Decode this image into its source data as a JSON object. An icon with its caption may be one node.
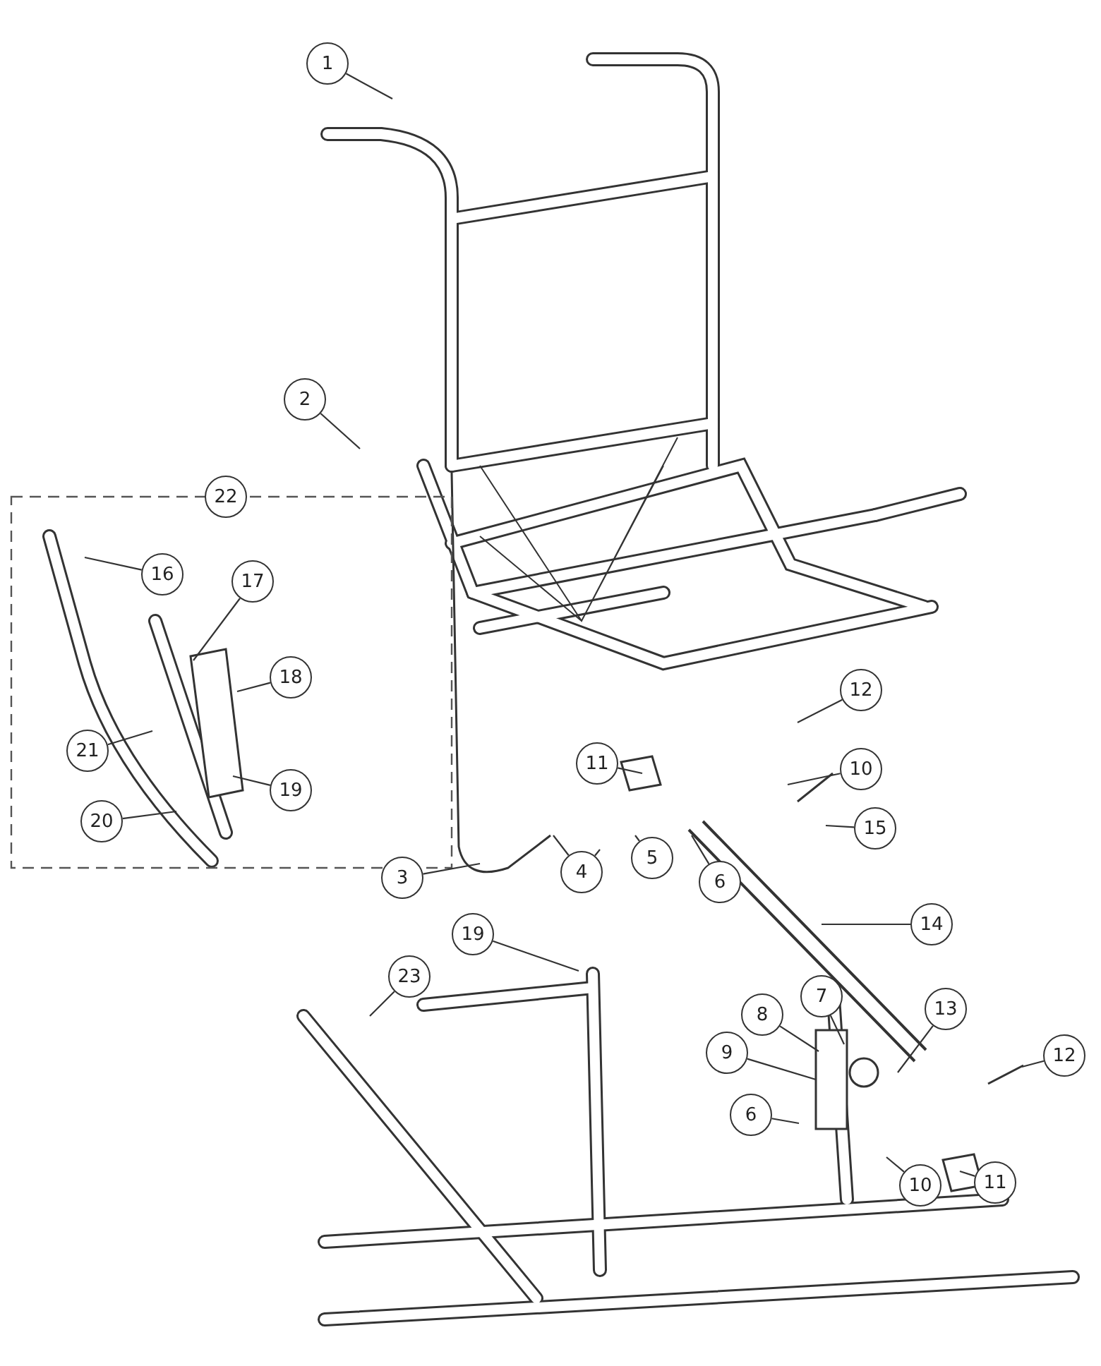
{
  "diagram": {
    "nodes": [
      {
        "text": [
          "1"
        ]
      },
      {
        "text": [
          "2"
        ]
      },
      {
        "text": [
          "22"
        ]
      },
      {
        "text": [
          "16"
        ]
      },
      {
        "text": [
          "17"
        ]
      },
      {
        "text": [
          "18"
        ]
      },
      {
        "text": [
          "21"
        ]
      },
      {
        "text": [
          "19"
        ]
      },
      {
        "text": [
          "20"
        ]
      },
      {
        "text": [
          "12"
        ]
      },
      {
        "text": [
          "11"
        ]
      },
      {
        "text": [
          "10"
        ]
      },
      {
        "text": [
          "15"
        ]
      },
      {
        "text": [
          "3"
        ]
      },
      {
        "text": [
          "4"
        ]
      },
      {
        "text": [
          "5"
        ]
      },
      {
        "text": [
          "6"
        ]
      },
      {
        "text": [
          "14"
        ]
      },
      {
        "text": [
          "19"
        ]
      },
      {
        "text": [
          "23"
        ]
      },
      {
        "text": [
          "13"
        ]
      },
      {
        "text": [
          "8"
        ]
      },
      {
        "text": [
          "7"
        ]
      },
      {
        "text": [
          "9"
        ]
      },
      {
        "text": [
          "12"
        ]
      },
      {
        "text": [
          "6"
        ]
      },
      {
        "text": [
          "11"
        ]
      },
      {
        "text": [
          "10"
        ]
      }
    ],
    "edges": [
      {
        "from": 0,
        "to": null,
        "arrow": "none"
      },
      {
        "from": 1,
        "to": null,
        "arrow": "none"
      },
      {
        "from": 3,
        "to": null,
        "arrow": "none"
      },
      {
        "from": 4,
        "to": null,
        "arrow": "none"
      },
      {
        "from": 5,
        "to": null,
        "arrow": "none"
      },
      {
        "from": 6,
        "to": null,
        "arrow": "none"
      },
      {
        "from": 7,
        "to": null,
        "arrow": "none"
      },
      {
        "from": 8,
        "to": null,
        "arrow": "none"
      },
      {
        "from": 9,
        "to": null,
        "arrow": "none"
      },
      {
        "from": 10,
        "to": null,
        "arrow": "none"
      },
      {
        "from": 11,
        "to": null,
        "arrow": "none"
      },
      {
        "from": 12,
        "to": null,
        "arrow": "none"
      },
      {
        "from": 13,
        "to": null,
        "arrow": "none"
      },
      {
        "from": 14,
        "to": null,
        "arrow": "none"
      },
      {
        "from": 14,
        "to": null,
        "arrow": "none"
      },
      {
        "from": 15,
        "to": null,
        "arrow": "none"
      },
      {
        "from": 16,
        "to": null,
        "arrow": "none"
      },
      {
        "from": 17,
        "to": null,
        "arrow": "none"
      },
      {
        "from": 18,
        "to": null,
        "arrow": "none"
      },
      {
        "from": 19,
        "to": null,
        "arrow": "none"
      },
      {
        "from": 20,
        "to": null,
        "arrow": "none"
      },
      {
        "from": 21,
        "to": null,
        "arrow": "none"
      },
      {
        "from": 22,
        "to": null,
        "arrow": "none"
      },
      {
        "from": 23,
        "to": null,
        "arrow": "none"
      },
      {
        "from": 24,
        "to": null,
        "arrow": "none"
      },
      {
        "from": 25,
        "to": null,
        "arrow": "none"
      },
      {
        "from": 26,
        "to": null,
        "arrow": "none"
      },
      {
        "from": 27,
        "to": null,
        "arrow": "none"
      }
    ]
  }
}
